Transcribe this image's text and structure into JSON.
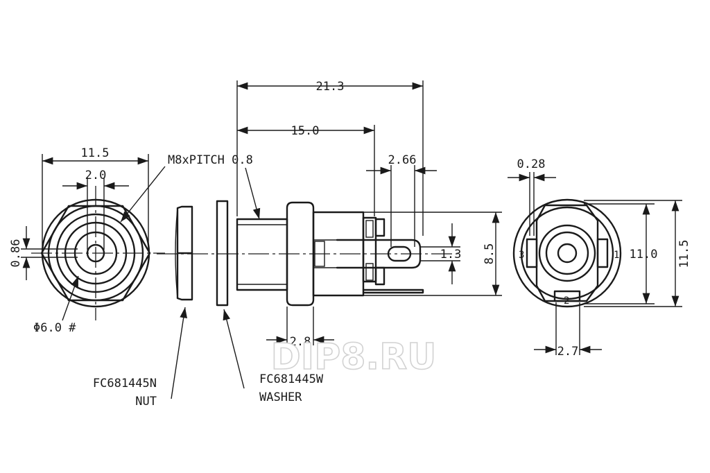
{
  "dimensions": {
    "overall_length": "21.3",
    "body_length": "15.0",
    "pin_offset": "2.66",
    "front_width": "11.5",
    "hole_width": "2.0",
    "thread": "M8xPITCH 0.8",
    "slot_height": "0.86",
    "bore_diameter": "Φ6.0 #",
    "flange_thickness": "2.8",
    "body_height": "8.5",
    "pin_width": "1.3",
    "rear_offset": "0.28",
    "rear_height": "11.0",
    "rear_total": "11.5",
    "rear_pin_gap": "2.7"
  },
  "pins": {
    "p1": "1",
    "p2": "2",
    "p3": "3"
  },
  "parts": {
    "nut_code": "FC681445N",
    "nut_name": "NUT",
    "washer_code": "FC681445W",
    "washer_name": "WASHER"
  },
  "watermark": "DIP8.RU"
}
